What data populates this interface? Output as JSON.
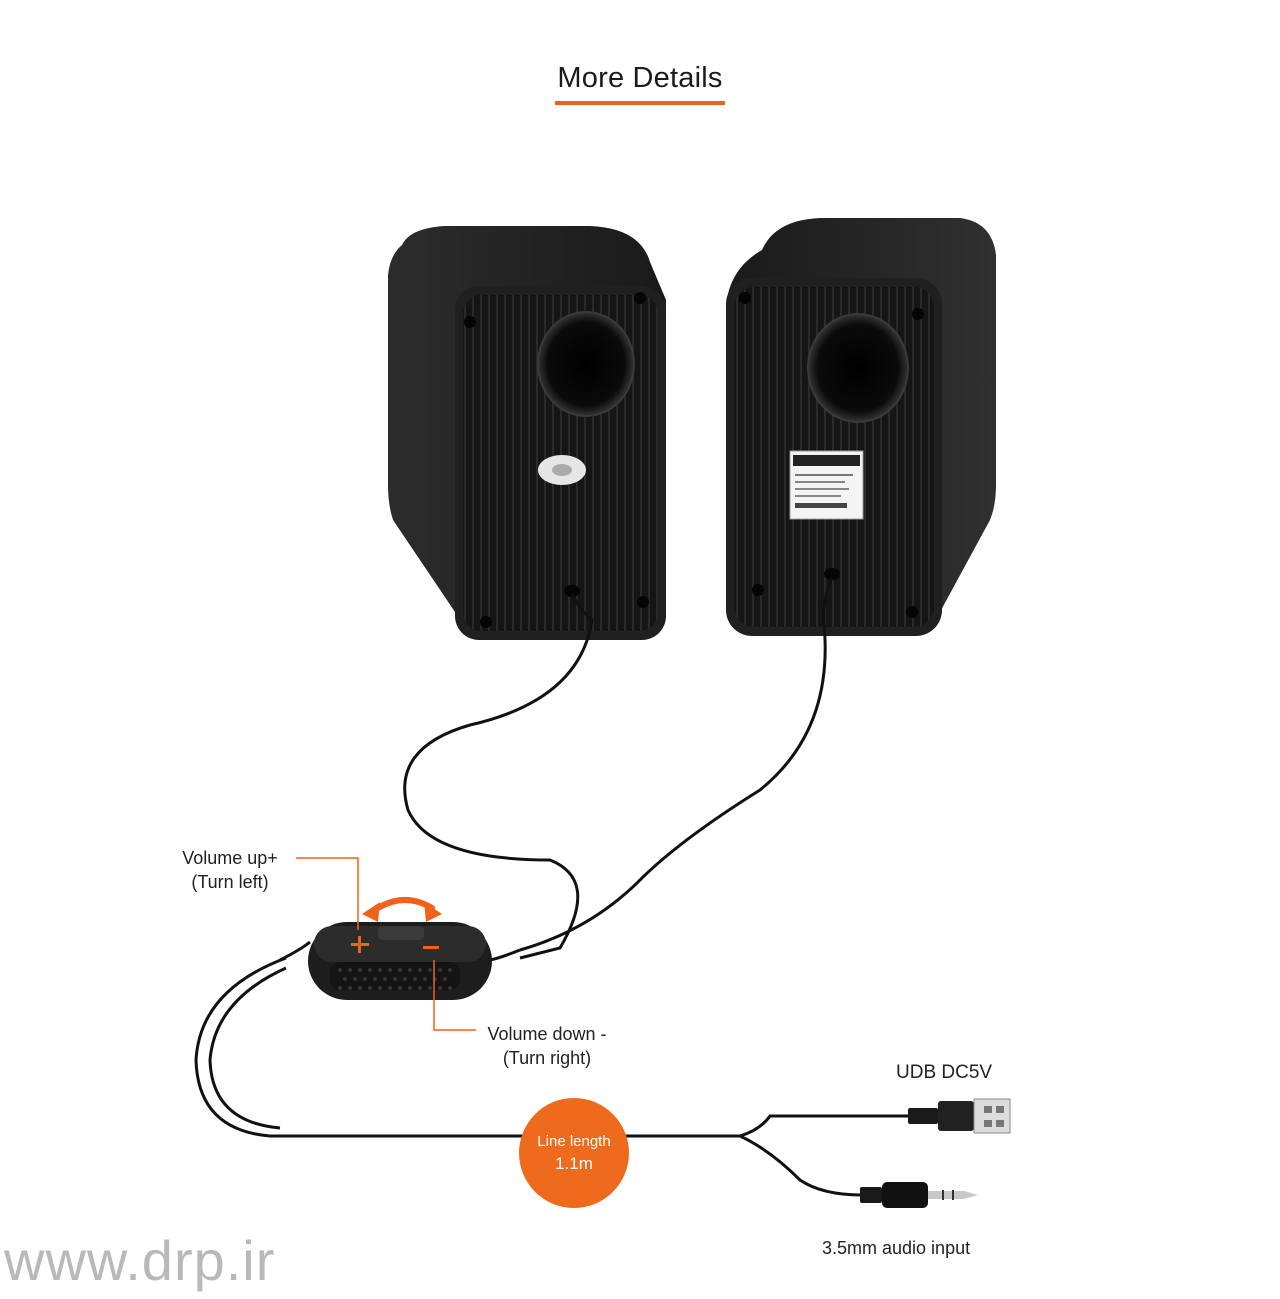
{
  "heading": {
    "title": "More Details"
  },
  "callouts": {
    "volume_up": "Volume up+",
    "volume_up_hint": "(Turn left)",
    "volume_down": "Volume down -",
    "volume_down_hint": "(Turn right)",
    "usb": "UDB DC5V",
    "audio": "3.5mm audio input"
  },
  "badge": {
    "label": "Line length",
    "value": "1.1m"
  },
  "watermark": "www.drp.ir",
  "colors": {
    "accent": "#f0621a",
    "speaker": "#1c1c1c",
    "badge": "#ee6a1c"
  },
  "icons": [
    "usb-plug-icon",
    "audio-jack-icon",
    "rotate-arrow-icon"
  ]
}
